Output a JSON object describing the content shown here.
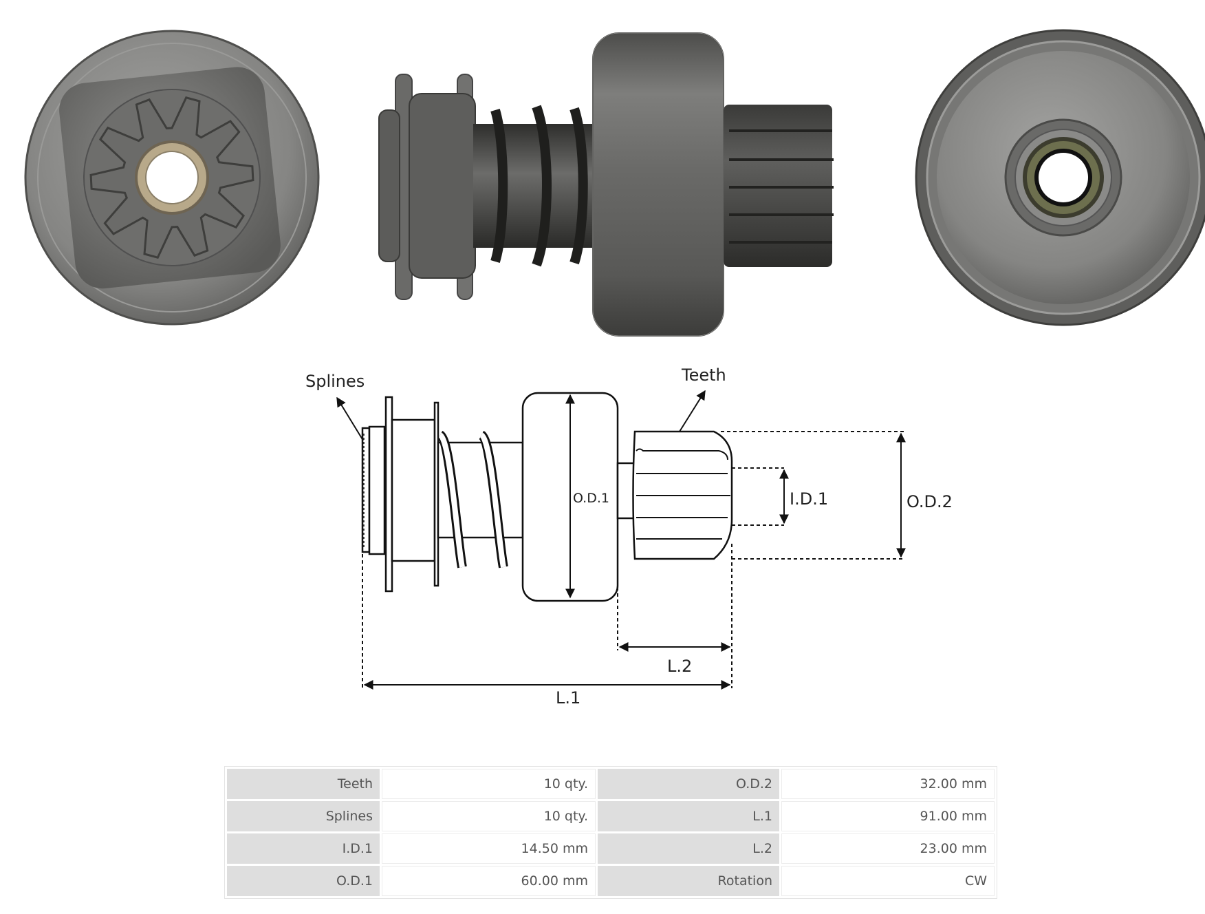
{
  "diagram": {
    "labels": {
      "splines": "Splines",
      "teeth": "Teeth",
      "od1": "O.D.1",
      "id1": "I.D.1",
      "od2": "O.D.2",
      "l1": "L.1",
      "l2": "L.2"
    }
  },
  "specs": {
    "rows": [
      [
        {
          "label": "Teeth",
          "value": "10 qty."
        },
        {
          "label": "O.D.2",
          "value": "32.00 mm"
        }
      ],
      [
        {
          "label": "Splines",
          "value": "10 qty."
        },
        {
          "label": "L.1",
          "value": "91.00 mm"
        }
      ],
      [
        {
          "label": "I.D.1",
          "value": "14.50 mm"
        },
        {
          "label": "L.2",
          "value": "23.00 mm"
        }
      ],
      [
        {
          "label": "O.D.1",
          "value": "60.00 mm"
        },
        {
          "label": "Rotation",
          "value": "CW"
        }
      ]
    ]
  },
  "colors": {
    "metal_light": "#8c8c8a",
    "metal_mid": "#6b6b69",
    "metal_dark": "#3e3e3c",
    "bronze": "#b8a98a",
    "line": "#111111"
  }
}
